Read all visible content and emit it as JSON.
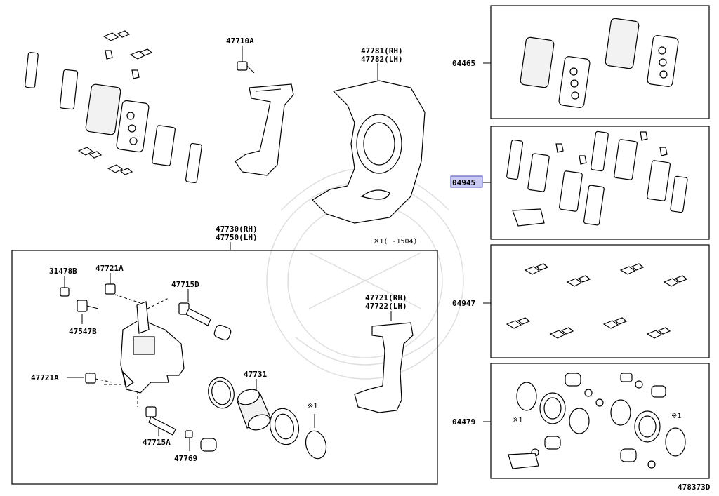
{
  "diagram": {
    "labels": {
      "l_47710A": "47710A",
      "l_47781": "47781(RH)",
      "l_47782": "47782(LH)",
      "l_47730": "47730(RH)",
      "l_47750": "47750(LH)",
      "l_note": "※1(   -1504)",
      "l_31478B": "31478B",
      "l_47721A_top": "47721A",
      "l_47715D": "47715D",
      "l_47547B": "47547B",
      "l_47721": "47721(RH)",
      "l_47722": "47722(LH)",
      "l_47721A_left": "47721A",
      "l_47731": "47731",
      "l_mark1_main": "※1",
      "l_47715A": "47715A",
      "l_47769": "47769",
      "l_04465": "04465",
      "l_04945": "04945",
      "l_04947": "04947",
      "l_04479": "04479",
      "l_mark1_kit_a": "※1",
      "l_mark1_kit_b": "※1",
      "l_ref": "478373D"
    },
    "highlight_color": "#c9c9f2"
  }
}
